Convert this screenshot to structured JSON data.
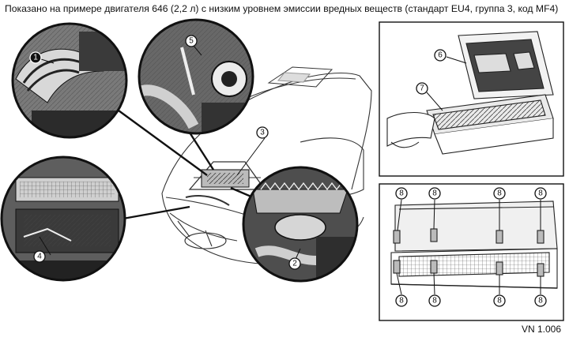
{
  "caption": "Показано на примере двигателя 646 (2,2 л) с низким уровнем эмиссии вредных веществ (стандарт EU4, группа 3, код MF4)",
  "reference_code": "VN 1.006",
  "callouts": {
    "n1": "1",
    "n2": "2",
    "n3": "3",
    "n4": "4",
    "n5": "5",
    "n6": "6",
    "n7": "7",
    "n8": "8"
  }
}
